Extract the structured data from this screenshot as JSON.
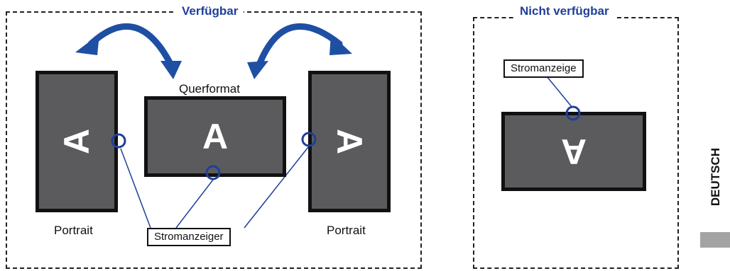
{
  "available": {
    "title": "Verfügbar",
    "landscape_label": "Querformat",
    "portrait_left_label": "Portrait",
    "portrait_right_label": "Portrait",
    "power_indicator_label": "Stromanzeiger",
    "screen_glyph": "A"
  },
  "unavailable": {
    "title": "Nicht verfügbar",
    "power_indicator_label": "Stromanzeige",
    "screen_glyph": "A"
  },
  "language_tab": "DEUTSCH",
  "colors": {
    "accent": "#1f3f9a",
    "screen": "#5b5b5d",
    "frame": "#111111",
    "tab_gray": "#a3a3a3"
  }
}
